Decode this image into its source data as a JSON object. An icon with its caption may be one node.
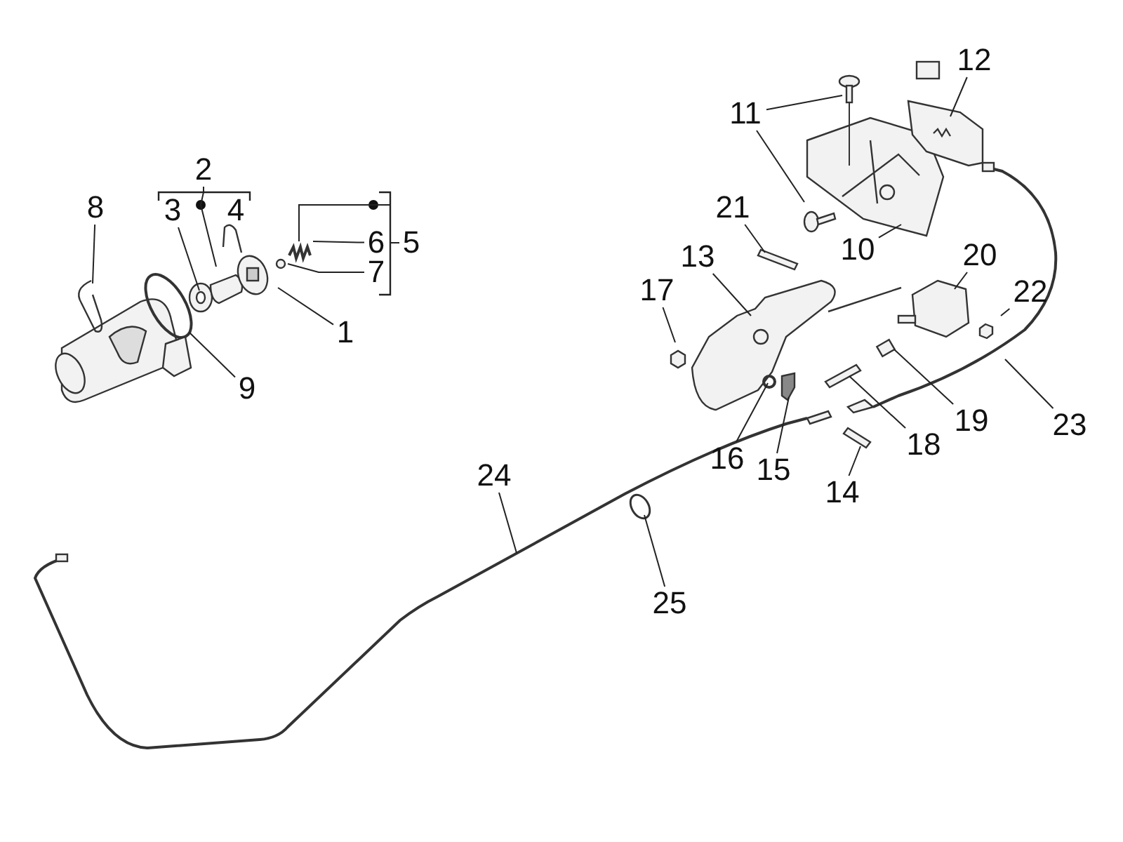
{
  "diagram": {
    "nodes": [
      {
        "text": [
          "1"
        ]
      },
      {
        "text": [
          "2"
        ]
      },
      {
        "text": [
          "3"
        ]
      },
      {
        "text": [
          "4"
        ]
      },
      {
        "text": [
          "5"
        ]
      },
      {
        "text": [
          "6"
        ]
      },
      {
        "text": [
          "7"
        ]
      },
      {
        "text": [
          "8"
        ]
      },
      {
        "text": [
          "9"
        ]
      },
      {
        "text": [
          "10"
        ]
      },
      {
        "text": [
          "11"
        ]
      },
      {
        "text": [
          "12"
        ]
      },
      {
        "text": [
          "13"
        ]
      },
      {
        "text": [
          "14"
        ]
      },
      {
        "text": [
          "15"
        ]
      },
      {
        "text": [
          "16"
        ]
      },
      {
        "text": [
          "17"
        ]
      },
      {
        "text": [
          "18"
        ]
      },
      {
        "text": [
          "19"
        ]
      },
      {
        "text": [
          "20"
        ]
      },
      {
        "text": [
          "21"
        ]
      },
      {
        "text": [
          "22"
        ]
      },
      {
        "text": [
          "23"
        ]
      },
      {
        "text": [
          "24"
        ]
      },
      {
        "text": [
          "25"
        ]
      }
    ],
    "edges": [
      {
        "from": 0,
        "to": null,
        "arrow": "none"
      },
      {
        "from": 1,
        "to": null,
        "arrow": "none"
      },
      {
        "from": 2,
        "to": null,
        "arrow": "none"
      },
      {
        "from": 4,
        "to": null,
        "arrow": "none"
      },
      {
        "from": 5,
        "to": null,
        "arrow": "none"
      },
      {
        "from": 6,
        "to": null,
        "arrow": "none"
      },
      {
        "from": 7,
        "to": null,
        "arrow": "none"
      },
      {
        "from": 8,
        "to": null,
        "arrow": "none"
      },
      {
        "from": 9,
        "to": null,
        "arrow": "none"
      },
      {
        "from": 10,
        "to": null,
        "arrow": "none"
      },
      {
        "from": 10,
        "to": null,
        "arrow": "none"
      },
      {
        "from": 11,
        "to": null,
        "arrow": "none"
      },
      {
        "from": 12,
        "to": null,
        "arrow": "none"
      },
      {
        "from": 13,
        "to": null,
        "arrow": "none"
      },
      {
        "from": 14,
        "to": null,
        "arrow": "none"
      },
      {
        "from": 15,
        "to": null,
        "arrow": "none"
      },
      {
        "from": 16,
        "to": null,
        "arrow": "none"
      },
      {
        "from": 17,
        "to": null,
        "arrow": "none"
      },
      {
        "from": 18,
        "to": null,
        "arrow": "none"
      },
      {
        "from": 19,
        "to": null,
        "arrow": "none"
      },
      {
        "from": 20,
        "to": null,
        "arrow": "none"
      },
      {
        "from": 21,
        "to": null,
        "arrow": "none"
      },
      {
        "from": 22,
        "to": null,
        "arrow": "none"
      },
      {
        "from": 23,
        "to": null,
        "arrow": "none"
      },
      {
        "from": 24,
        "to": null,
        "arrow": "none"
      }
    ]
  }
}
